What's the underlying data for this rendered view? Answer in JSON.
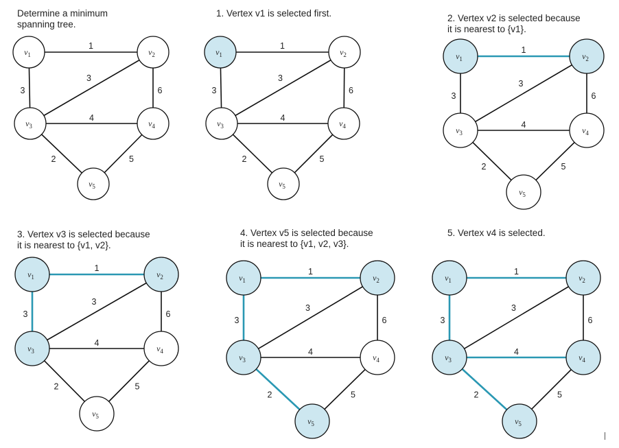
{
  "captions": [
    {
      "lines": [
        "Determine a minimum",
        "spanning tree."
      ]
    },
    {
      "lines": [
        "1. Vertex v1 is selected first."
      ]
    },
    {
      "lines": [
        "2. Vertex v2 is selected because",
        "it is nearest to {v1}."
      ]
    },
    {
      "lines": [
        "3. Vertex v3 is selected because",
        "it is nearest to {v1, v2}."
      ]
    },
    {
      "lines": [
        "4. Vertex v5 is selected because",
        "it is nearest to {v1, v2, v3}."
      ]
    },
    {
      "lines": [
        "5. Vertex v4 is selected."
      ]
    }
  ],
  "vertices": [
    {
      "id": "v1",
      "name": "v",
      "sub": "1"
    },
    {
      "id": "v2",
      "name": "v",
      "sub": "2"
    },
    {
      "id": "v3",
      "name": "v",
      "sub": "3"
    },
    {
      "id": "v4",
      "name": "v",
      "sub": "4"
    },
    {
      "id": "v5",
      "name": "v",
      "sub": "5"
    }
  ],
  "edges": [
    {
      "from": "v1",
      "to": "v2",
      "weight": "1"
    },
    {
      "from": "v1",
      "to": "v3",
      "weight": "3"
    },
    {
      "from": "v2",
      "to": "v3",
      "weight": "3"
    },
    {
      "from": "v2",
      "to": "v4",
      "weight": "6"
    },
    {
      "from": "v3",
      "to": "v4",
      "weight": "4"
    },
    {
      "from": "v3",
      "to": "v5",
      "weight": "2"
    },
    {
      "from": "v4",
      "to": "v5",
      "weight": "5"
    }
  ],
  "steps": [
    {
      "selected_vertices": [],
      "selected_edges": []
    },
    {
      "selected_vertices": [
        "v1"
      ],
      "selected_edges": []
    },
    {
      "selected_vertices": [
        "v1",
        "v2"
      ],
      "selected_edges": [
        "v1-v2"
      ]
    },
    {
      "selected_vertices": [
        "v1",
        "v2",
        "v3"
      ],
      "selected_edges": [
        "v1-v2",
        "v1-v3"
      ]
    },
    {
      "selected_vertices": [
        "v1",
        "v2",
        "v3",
        "v5"
      ],
      "selected_edges": [
        "v1-v2",
        "v1-v3",
        "v3-v5"
      ]
    },
    {
      "selected_vertices": [
        "v1",
        "v2",
        "v3",
        "v4",
        "v5"
      ],
      "selected_edges": [
        "v1-v2",
        "v1-v3",
        "v3-v5",
        "v3-v4"
      ]
    }
  ],
  "colors": {
    "selected_node_fill": "#cde7f0",
    "selected_edge": "#2a98b3",
    "edge": "#111111",
    "node_fill": "#ffffff"
  }
}
